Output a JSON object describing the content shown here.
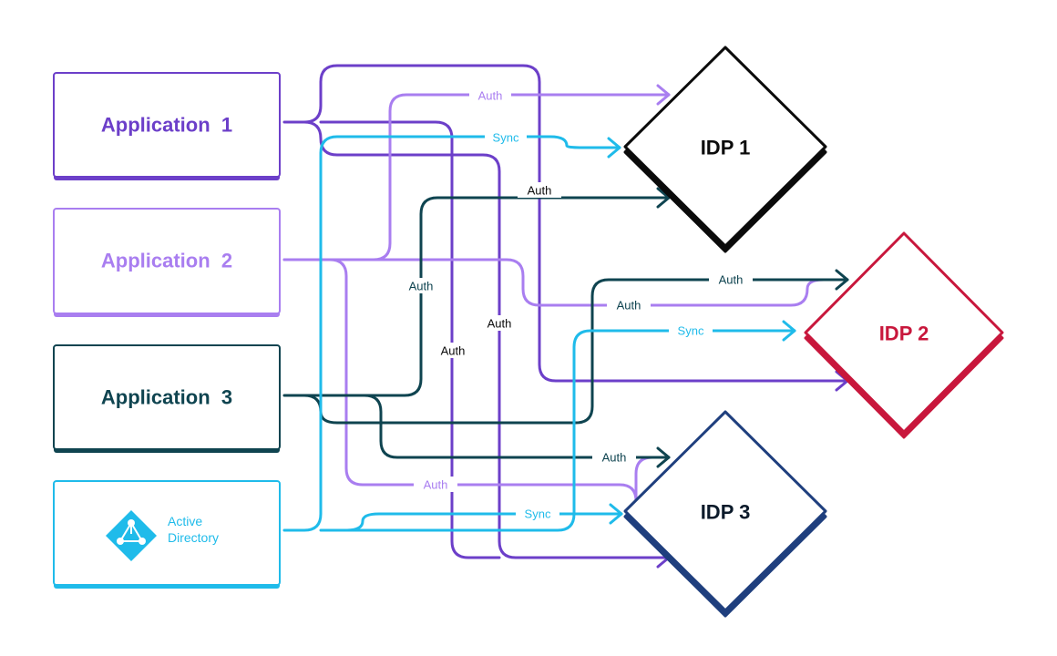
{
  "colors": {
    "app1": "#6c3fc9",
    "app2": "#a97ef0",
    "app3": "#0f4450",
    "ad": "#1fbbea",
    "idp1": "#0b0b0b",
    "idp2": "#c8173c",
    "idp3": "#1f3f7e",
    "background": "#ffffff"
  },
  "nodes": {
    "app1": {
      "label": "Application  1"
    },
    "app2": {
      "label": "Application  2"
    },
    "app3": {
      "label": "Application  3"
    },
    "ad": {
      "line1": "Active",
      "line2": "Directory",
      "icon": "active-directory-icon"
    },
    "idp1": {
      "label": "IDP 1"
    },
    "idp2": {
      "label": "IDP 2"
    },
    "idp3": {
      "label": "IDP 3"
    }
  },
  "edge_labels": {
    "app2_idp1_auth": "Auth",
    "ad_idp1_sync": "Sync",
    "app1_idp1_auth": "Auth",
    "app3_idp1_auth": "Auth",
    "app1_idp2_auth_v": "Auth",
    "app1_idp3_auth_v": "Auth",
    "app3_idp2_auth": "Auth",
    "app2_idp2_auth": "Auth",
    "ad_idp2_sync": "Sync",
    "app3_idp3_auth": "Auth",
    "app2_idp3_auth": "Auth",
    "ad_idp3_sync": "Sync"
  }
}
